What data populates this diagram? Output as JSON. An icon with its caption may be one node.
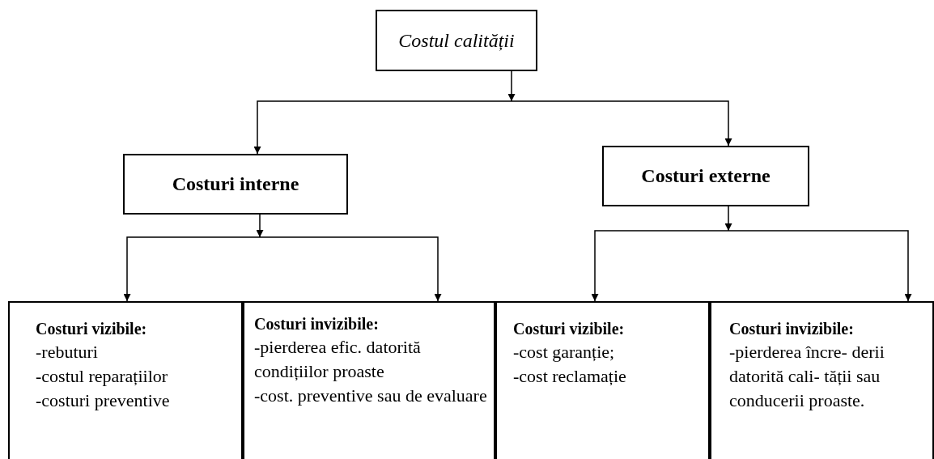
{
  "diagram": {
    "nodes": [
      {
        "text": [
          "Costul calității"
        ]
      },
      {
        "text": [
          "Costuri interne"
        ]
      },
      {
        "text": [
          "Costuri externe"
        ]
      },
      {
        "text": [
          "Costuri vizibile:",
          "-rebuturi",
          "-costul reparațiilor",
          "-costuri preventive"
        ]
      },
      {
        "text": [
          "Costuri invizibile:",
          "-pierderea efic. datorită condițiilor proaste",
          "-cost. preventive sau de evaluare"
        ]
      },
      {
        "text": [
          "Costuri vizibile:",
          "-cost garanție;",
          "-cost reclamație"
        ]
      },
      {
        "text": [
          "Costuri invizibile:",
          "-pierderea încre- derii datorită cali- tății sau conducerii proaste."
        ]
      }
    ],
    "edges": [
      {
        "from": 0,
        "to": 1,
        "arrow": "to"
      },
      {
        "from": 0,
        "to": 2,
        "arrow": "to"
      },
      {
        "from": 1,
        "to": 3,
        "arrow": "to"
      },
      {
        "from": 1,
        "to": 4,
        "arrow": "to"
      },
      {
        "from": 2,
        "to": 5,
        "arrow": "to"
      },
      {
        "from": 2,
        "to": 6,
        "arrow": "to"
      }
    ]
  }
}
